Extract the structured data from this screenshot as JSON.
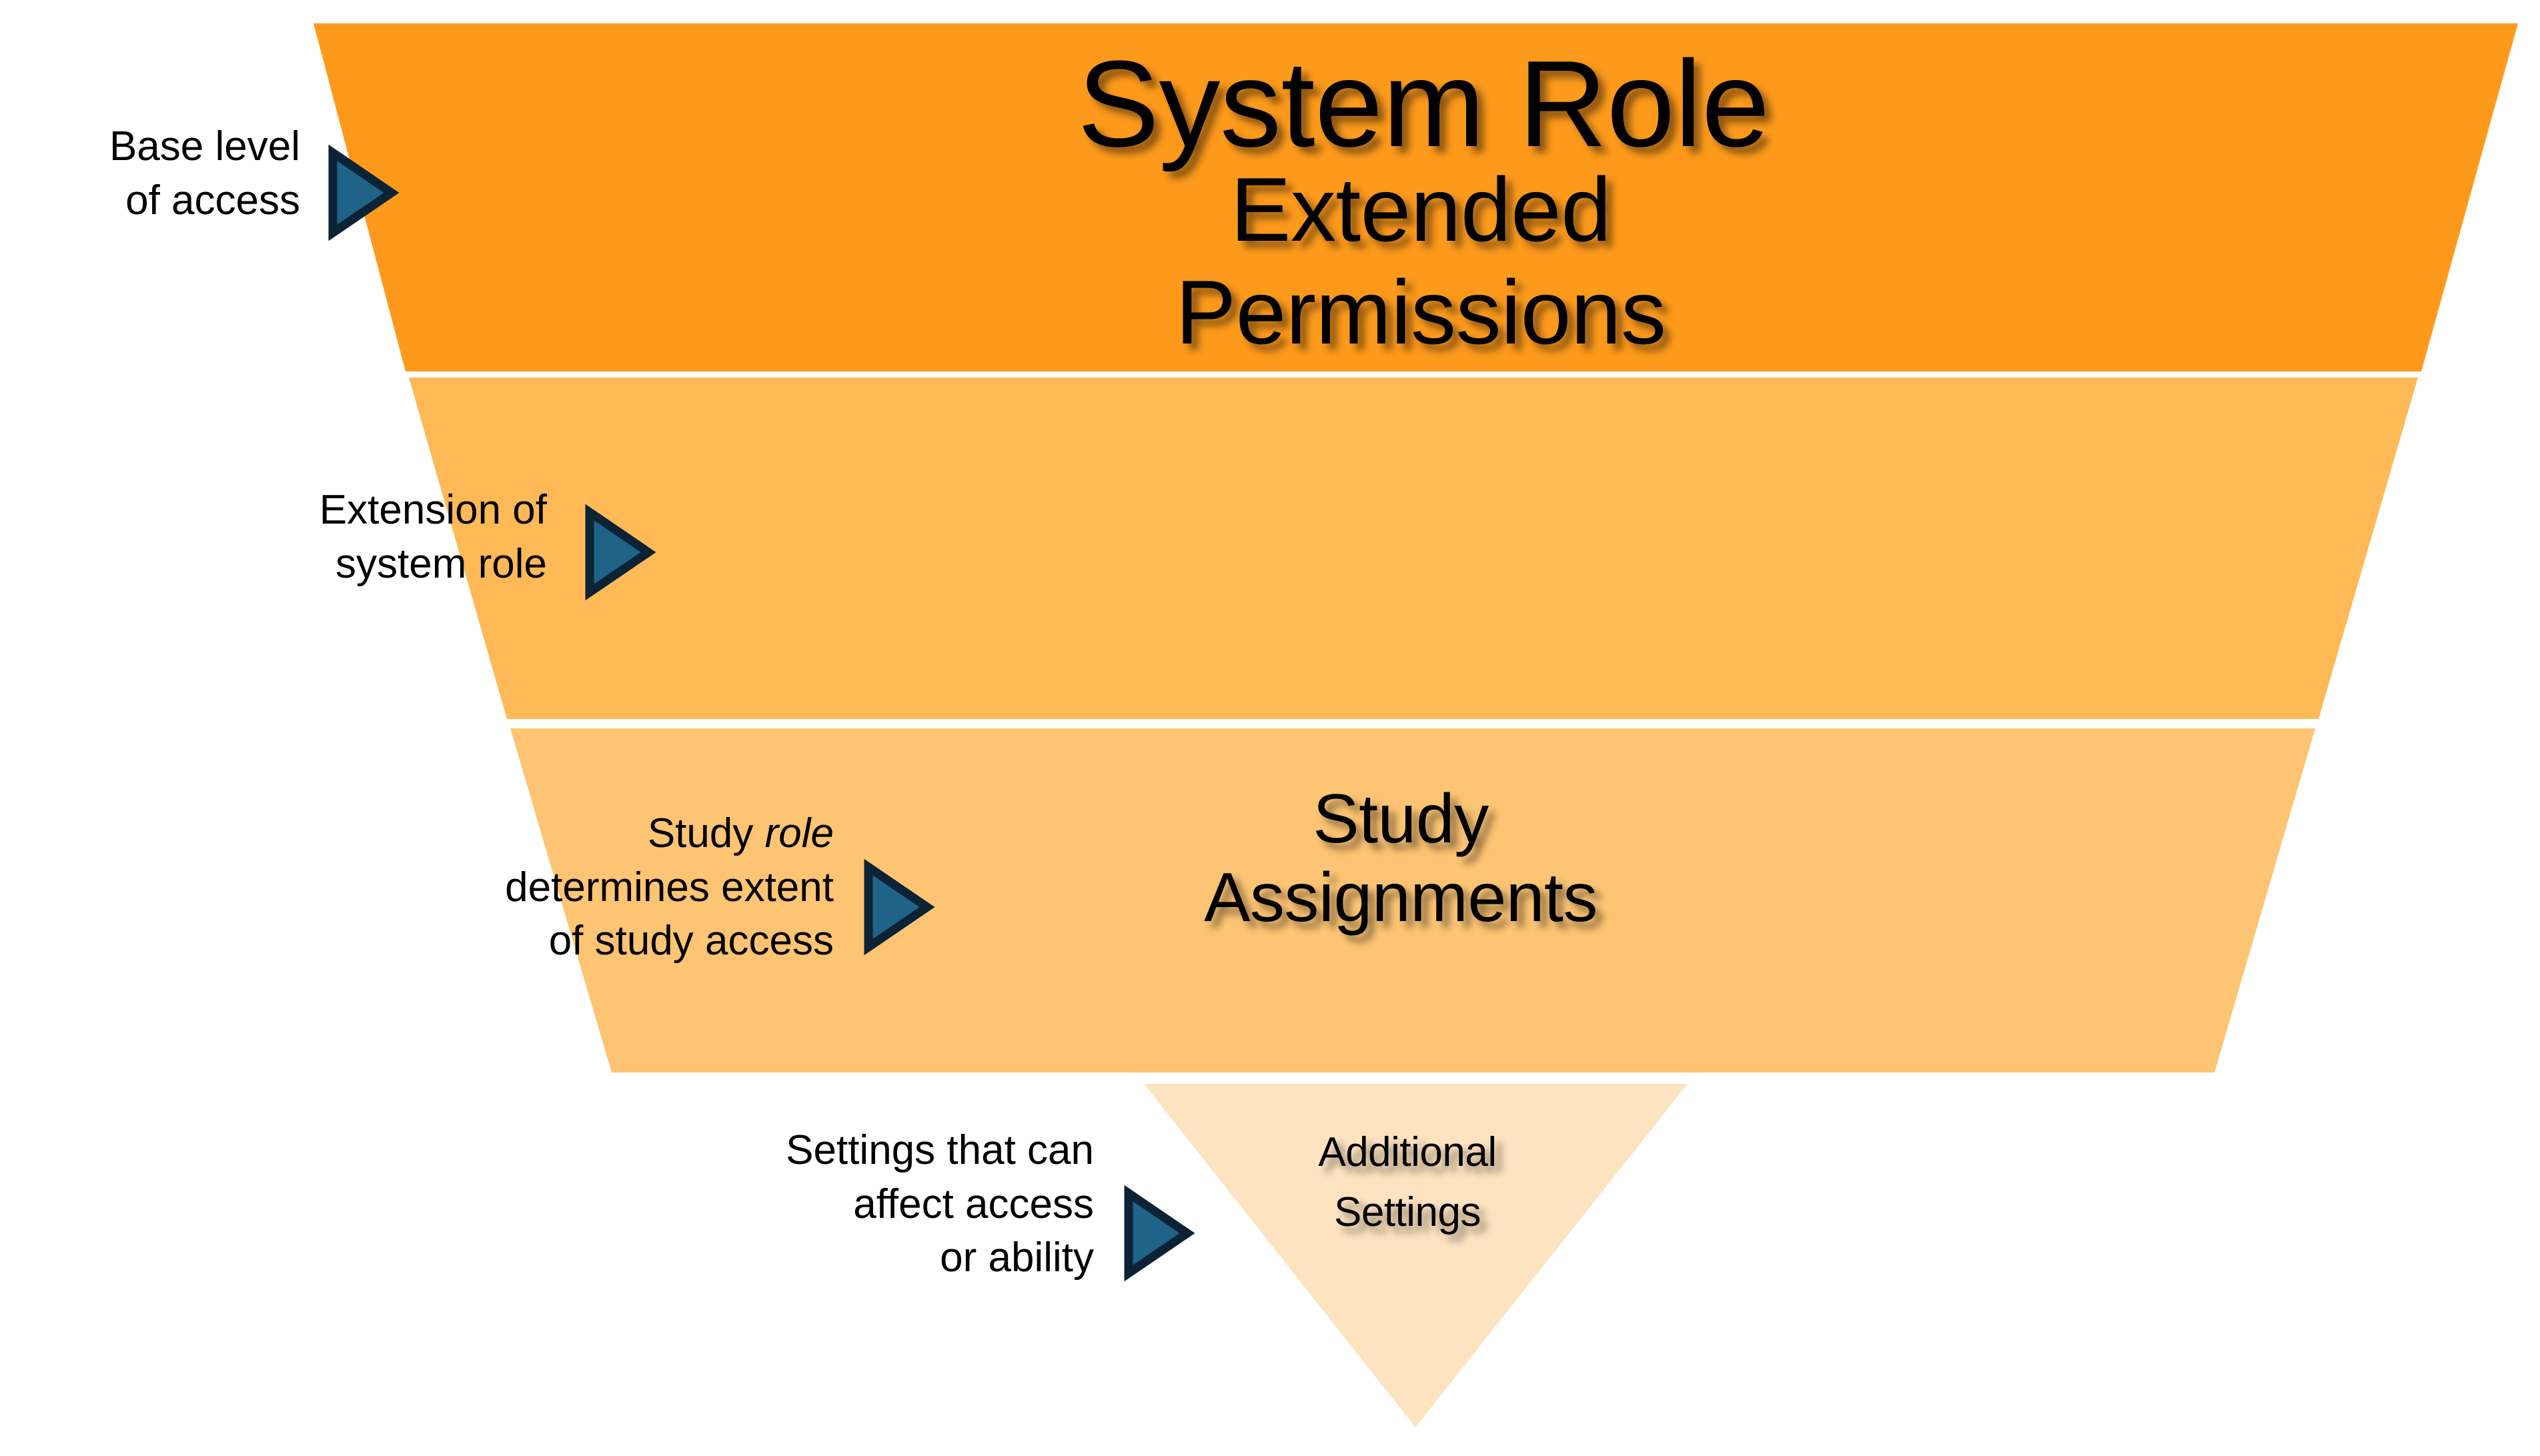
{
  "diagram": {
    "type": "inverted-funnel",
    "title_visible": false,
    "background_color": "#ffffff",
    "stages": [
      {
        "id": "system-role",
        "label": "System Role",
        "fill": "#FD9A1C",
        "note": "Base level\nof access",
        "note_has_italic": false
      },
      {
        "id": "extended-permissions",
        "label": "Extended\nPermissions",
        "fill": "#FFB957",
        "note": "Extension of\nsystem role",
        "note_has_italic": false
      },
      {
        "id": "study-assignments",
        "label": "Study\nAssignments",
        "fill": "#FDC473",
        "note_pre": "Study ",
        "note_italic": "role",
        "note_post": "\ndetermines extent\nof study access",
        "note_has_italic": true
      },
      {
        "id": "additional-settings",
        "label": "Additional\nSettings",
        "fill": "#FDE3C0",
        "note": "Settings that can\naffect access\nor ability",
        "note_has_italic": false
      }
    ],
    "arrow_icon": {
      "name": "play-triangle-right",
      "fill": "#1F6389",
      "stroke": "#0C2335"
    },
    "divider_color": "#ffffff"
  }
}
